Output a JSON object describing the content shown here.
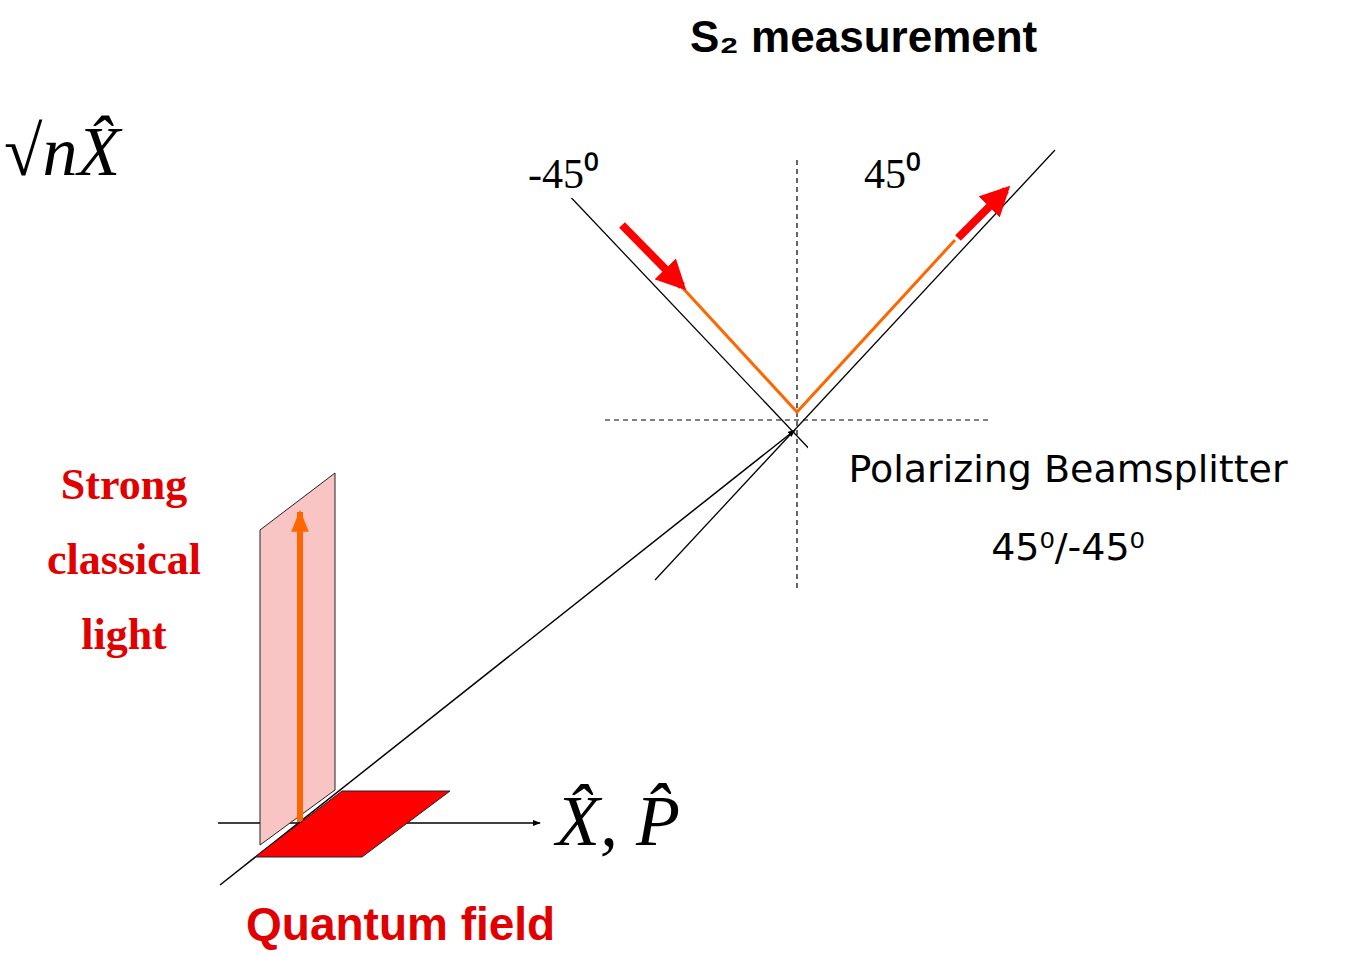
{
  "diagram": {
    "title": "S₂ measurement",
    "labels": [
      "√nX̂",
      "-45⁰",
      "45⁰",
      "Polarizing Beamsplitter 45⁰/-45⁰",
      "Strong classical light",
      "X̂, P̂",
      "Quantum field"
    ]
  }
}
